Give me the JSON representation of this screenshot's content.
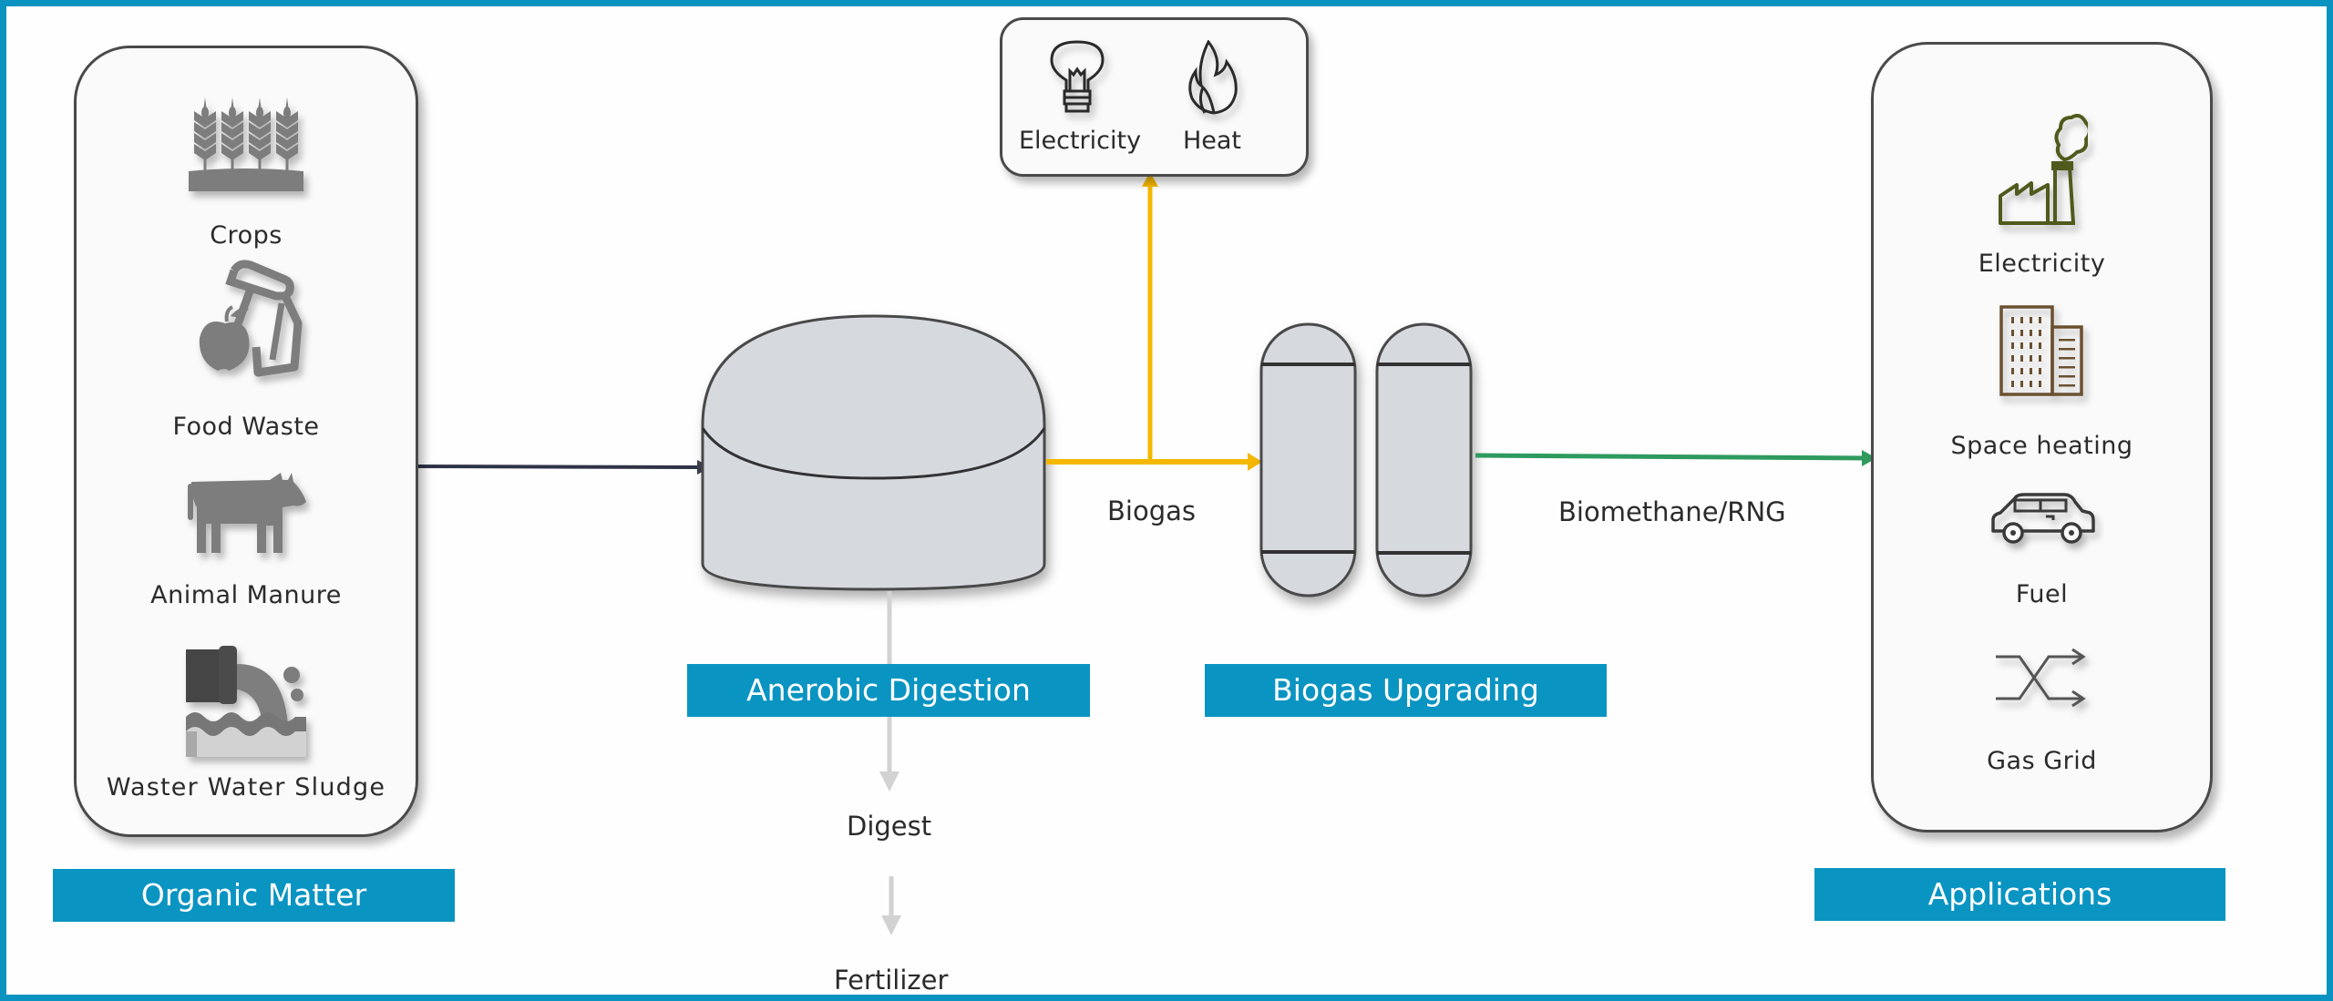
{
  "colors": {
    "frame": "#0a93c0",
    "banner": "#0a94c2",
    "feed_line": "#2e3346",
    "biogas_line": "#f5b800",
    "biomethane_line": "#2e9a5e",
    "digestate_line": "#d0d0d0",
    "vessel_fill": "#d6dadf",
    "input_icons": "#7d7d7d",
    "factory_icon": "#4f5a1c",
    "building_icon": "#6b5030"
  },
  "organic_matter": {
    "banner": "Organic Matter",
    "items": [
      {
        "label": "Crops",
        "icon": "wheat-icon"
      },
      {
        "label": "Food Waste",
        "icon": "food-waste-icon"
      },
      {
        "label": "Animal Manure",
        "icon": "cow-icon"
      },
      {
        "label": "Waster Water Sludge",
        "icon": "sludge-pipe-icon"
      }
    ]
  },
  "chp": {
    "items": [
      {
        "label": "Electricity",
        "icon": "lightbulb-icon"
      },
      {
        "label": "Heat",
        "icon": "flame-icon"
      }
    ]
  },
  "process": {
    "digestion_banner": "Anerobic Digestion",
    "upgrading_banner": "Biogas Upgrading",
    "biogas_label": "Biogas",
    "biomethane_label": "Biomethane/RNG",
    "digest_label": "Digest",
    "fertilizer_label": "Fertilizer"
  },
  "applications": {
    "banner": "Applications",
    "items": [
      {
        "label": "Electricity",
        "icon": "factory-icon"
      },
      {
        "label": "Space heating",
        "icon": "building-icon"
      },
      {
        "label": "Fuel",
        "icon": "car-icon"
      },
      {
        "label": "Gas Grid",
        "icon": "shuffle-arrows-icon"
      }
    ]
  }
}
